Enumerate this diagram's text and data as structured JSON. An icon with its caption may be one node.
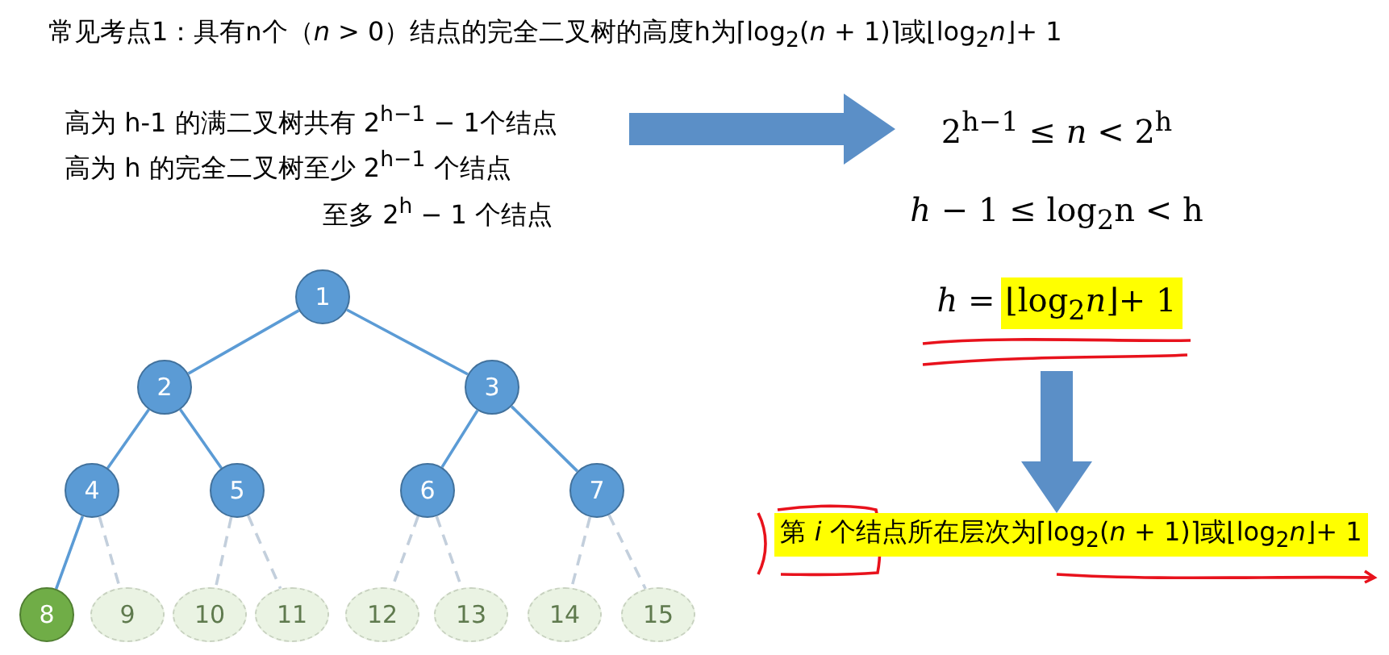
{
  "diagram": {
    "title": "常见考点1：具有n个（*n* > 0）结点的完全二叉树的高度h为⌈log$_{2}$(*n* + 1)⌉或⌊log$_{2}$*n*⌋+ 1",
    "nodes": [
      {
        "text": [
          "1"
        ]
      },
      {
        "text": [
          "2"
        ]
      },
      {
        "text": [
          "3"
        ]
      },
      {
        "text": [
          "4"
        ]
      },
      {
        "text": [
          "5"
        ]
      },
      {
        "text": [
          "6"
        ]
      },
      {
        "text": [
          "7"
        ]
      },
      {
        "text": [
          "8"
        ]
      },
      {
        "text": [
          "9"
        ]
      },
      {
        "text": [
          "10"
        ]
      },
      {
        "text": [
          "11"
        ]
      },
      {
        "text": [
          "12"
        ]
      },
      {
        "text": [
          "13"
        ]
      },
      {
        "text": [
          "14"
        ]
      },
      {
        "text": [
          "15"
        ]
      },
      {
        "text": [
          "高为 h-1 的满二叉树共有 2$^{h−1}$ − 1个结点",
          "高为 h 的完全二叉树至少 2$^{h−1}$ 个结点",
          "至多 2$^{h}$ − 1 个结点"
        ]
      },
      {
        "text": [
          "2$^{h−1}$ ≤ *n* < 2$^{h}$"
        ]
      },
      {
        "text": [
          "*h* − 1 ≤ log$_{2}$n < h"
        ]
      },
      {
        "text": [
          "*h* = ⌊log$_{2}$*n*⌋+ 1"
        ]
      },
      {
        "text": [
          "第 *i* 个结点所在层次为⌈log$_{2}$(*n* + 1)⌉或⌊log$_{2}$*n*⌋+ 1"
        ]
      }
    ],
    "edges": [
      {
        "from": 0,
        "to": 1,
        "arrow": "none"
      },
      {
        "from": 0,
        "to": 2,
        "arrow": "none"
      },
      {
        "from": 1,
        "to": 3,
        "arrow": "none"
      },
      {
        "from": 1,
        "to": 4,
        "arrow": "none"
      },
      {
        "from": 2,
        "to": 5,
        "arrow": "none"
      },
      {
        "from": 2,
        "to": 6,
        "arrow": "none"
      },
      {
        "from": 3,
        "to": 7,
        "arrow": "none"
      },
      {
        "from": 3,
        "to": 8,
        "arrow": "none",
        "style": "dashed",
        "color": "#c3cfdc"
      },
      {
        "from": 4,
        "to": 9,
        "arrow": "none",
        "style": "dashed",
        "color": "#c3cfdc"
      },
      {
        "from": 4,
        "to": 10,
        "arrow": "none",
        "style": "dashed",
        "color": "#c3cfdc"
      },
      {
        "from": 5,
        "to": 11,
        "arrow": "none",
        "style": "dashed",
        "color": "#c3cfdc"
      },
      {
        "from": 5,
        "to": 12,
        "arrow": "none",
        "style": "dashed",
        "color": "#c3cfdc"
      },
      {
        "from": 6,
        "to": 13,
        "arrow": "none",
        "style": "dashed",
        "color": "#c3cfdc"
      },
      {
        "from": 6,
        "to": 14,
        "arrow": "none",
        "style": "dashed",
        "color": "#c3cfdc"
      },
      {
        "from": 15,
        "to": 16,
        "arrow": "to",
        "style": "thick"
      },
      {
        "from": 18,
        "to": 19,
        "arrow": "to",
        "style": "thick"
      }
    ]
  }
}
